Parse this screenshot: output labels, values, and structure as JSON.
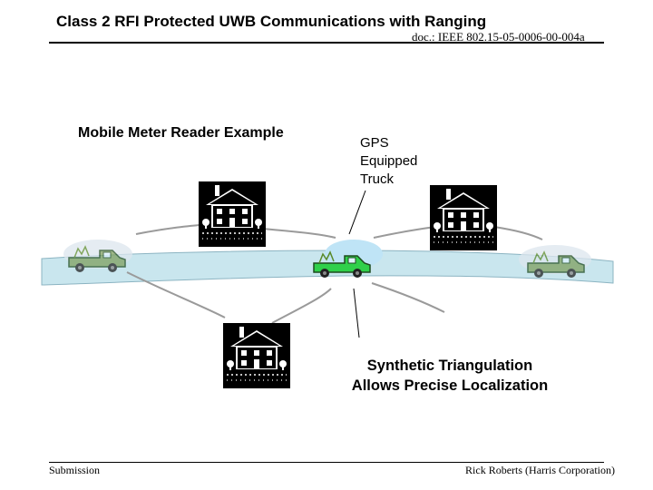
{
  "header": {
    "title": "Class 2 RFI Protected UWB Communications with Ranging",
    "doc_id": "doc.: IEEE 802.15-05-0006-00-004a"
  },
  "figure": {
    "subtitle": "Mobile Meter Reader Example",
    "callout_lines": [
      "GPS",
      "Equipped",
      "Truck"
    ],
    "caption_lines": [
      "Synthetic Triangulation",
      "Allows Precise Localization"
    ]
  },
  "footer": {
    "left": "Submission",
    "right": "Rick Roberts (Harris Corporation)"
  },
  "colors": {
    "road": "#c9e6ee",
    "truck_active": "#2fd04a",
    "truck_faded": "#7fa060",
    "house": "#000000"
  },
  "icons": [
    "house-icon",
    "truck-icon",
    "road-shape",
    "ranging-beam"
  ]
}
